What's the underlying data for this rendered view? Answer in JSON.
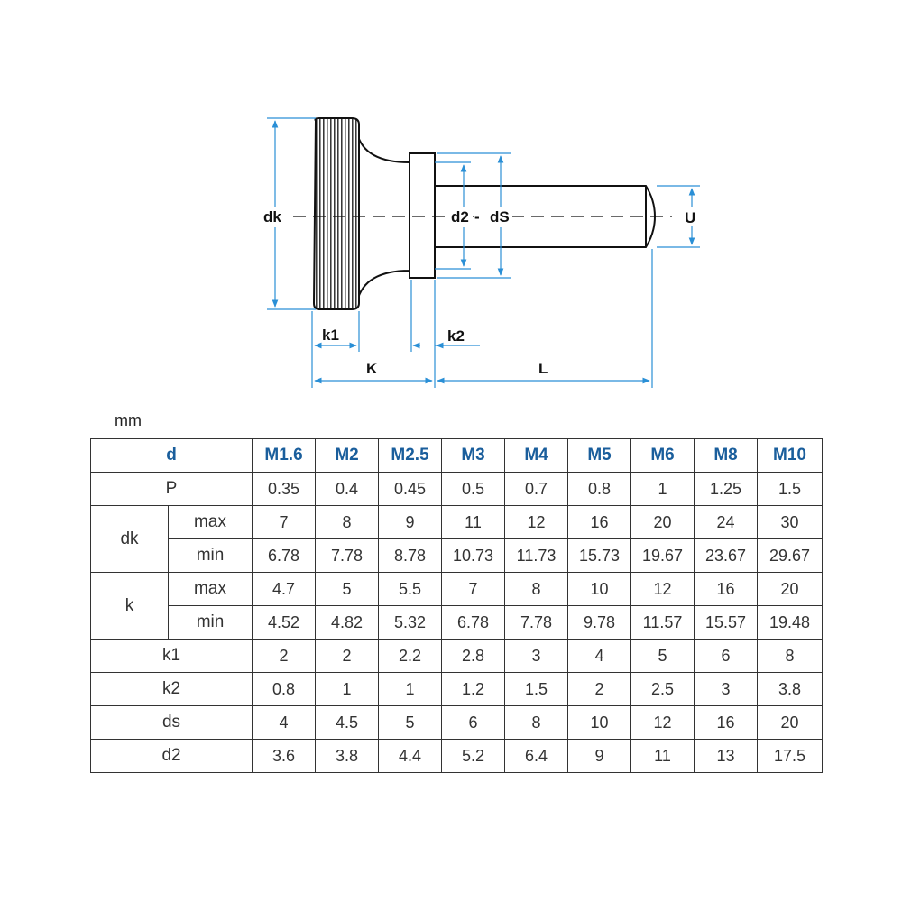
{
  "drawing": {
    "labels": {
      "dk": "dk",
      "k1": "k1",
      "k2": "k2",
      "K": "K",
      "L": "L",
      "d2": "d2",
      "dS": "dS",
      "U": "U"
    },
    "accent_color": "#2a8fd6",
    "line_color": "#111111"
  },
  "units": "mm",
  "table": {
    "header_label": "d",
    "sizes": [
      "M1.6",
      "M2",
      "M2.5",
      "M3",
      "M4",
      "M5",
      "M6",
      "M8",
      "M10"
    ],
    "header_color": "#1a5e9c",
    "rows": {
      "P": {
        "label": "P",
        "values": [
          "0.35",
          "0.4",
          "0.45",
          "0.5",
          "0.7",
          "0.8",
          "1",
          "1.25",
          "1.5"
        ]
      },
      "dk_max": {
        "group": "dk",
        "sub": "max",
        "values": [
          "7",
          "8",
          "9",
          "11",
          "12",
          "16",
          "20",
          "24",
          "30"
        ]
      },
      "dk_min": {
        "sub": "min",
        "values": [
          "6.78",
          "7.78",
          "8.78",
          "10.73",
          "11.73",
          "15.73",
          "19.67",
          "23.67",
          "29.67"
        ]
      },
      "k_max": {
        "group": "k",
        "sub": "max",
        "values": [
          "4.7",
          "5",
          "5.5",
          "7",
          "8",
          "10",
          "12",
          "16",
          "20"
        ]
      },
      "k_min": {
        "sub": "min",
        "values": [
          "4.52",
          "4.82",
          "5.32",
          "6.78",
          "7.78",
          "9.78",
          "11.57",
          "15.57",
          "19.48"
        ]
      },
      "k1": {
        "label": "k1",
        "values": [
          "2",
          "2",
          "2.2",
          "2.8",
          "3",
          "4",
          "5",
          "6",
          "8"
        ]
      },
      "k2": {
        "label": "k2",
        "values": [
          "0.8",
          "1",
          "1",
          "1.2",
          "1.5",
          "2",
          "2.5",
          "3",
          "3.8"
        ]
      },
      "ds": {
        "label": "ds",
        "values": [
          "4",
          "4.5",
          "5",
          "6",
          "8",
          "10",
          "12",
          "16",
          "20"
        ]
      },
      "d2": {
        "label": "d2",
        "values": [
          "3.6",
          "3.8",
          "4.4",
          "5.2",
          "6.4",
          "9",
          "11",
          "13",
          "17.5"
        ]
      }
    }
  }
}
